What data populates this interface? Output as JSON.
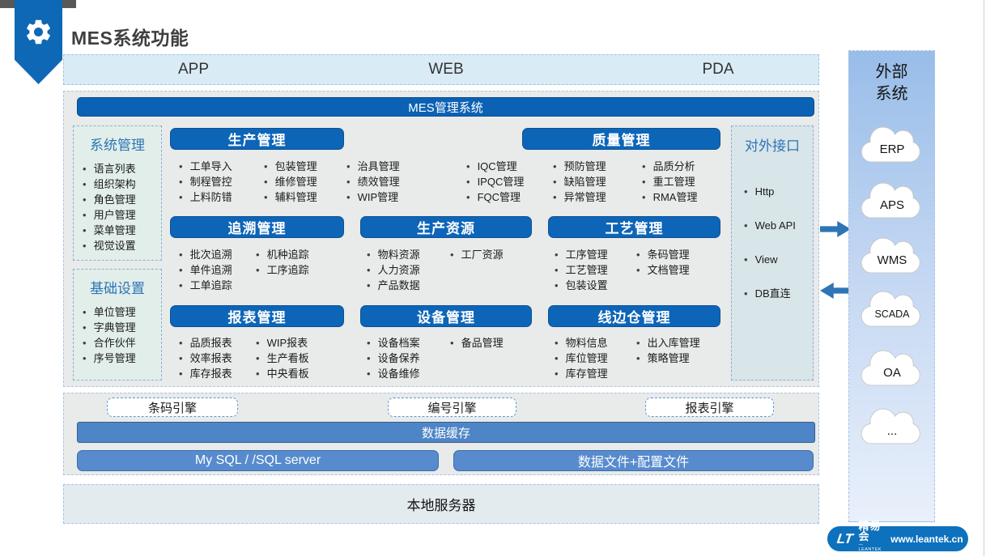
{
  "slide": {
    "title": "MES系统功能"
  },
  "client_bar": {
    "items": [
      "APP",
      "WEB",
      "PDA"
    ]
  },
  "mes_bar": {
    "label": "MES管理系统"
  },
  "side_boxes": [
    {
      "title": "系统管理",
      "items": [
        "语言列表",
        "组织架构",
        "角色管理",
        "用户管理",
        "菜单管理",
        "视觉设置"
      ]
    },
    {
      "title": "基础设置",
      "items": [
        "单位管理",
        "字典管理",
        "合作伙伴",
        "序号管理"
      ]
    }
  ],
  "modules": [
    {
      "title": "生产管理",
      "columns": [
        [
          "工单导入",
          "制程管控",
          "上料防错"
        ],
        [
          "包装管理",
          "维修管理",
          "辅料管理"
        ],
        [
          "治具管理",
          "绩效管理",
          "WIP管理"
        ]
      ]
    },
    {
      "title": "质量管理",
      "columns": [
        [
          "IQC管理",
          "IPQC管理",
          "FQC管理"
        ],
        [
          "预防管理",
          "缺陷管理",
          "异常管理"
        ],
        [
          "品质分析",
          "重工管理",
          "RMA管理"
        ]
      ]
    },
    {
      "title": "追溯管理",
      "columns": [
        [
          "批次追溯",
          "单件追溯",
          "工单追踪"
        ],
        [
          "机种追踪",
          "工序追踪"
        ]
      ]
    },
    {
      "title": "生产资源",
      "columns": [
        [
          "物料资源",
          "人力资源",
          "产品数据"
        ],
        [
          "工厂资源"
        ]
      ]
    },
    {
      "title": "工艺管理",
      "columns": [
        [
          "工序管理",
          "工艺管理",
          "包装设置"
        ],
        [
          "条码管理",
          "文档管理"
        ]
      ]
    },
    {
      "title": "报表管理",
      "columns": [
        [
          "品质报表",
          "效率报表",
          "库存报表"
        ],
        [
          "WIP报表",
          "生产看板",
          "中央看板"
        ]
      ]
    },
    {
      "title": "设备管理",
      "columns": [
        [
          "设备档案",
          "设备保养",
          "设备维修"
        ],
        [
          "备品管理"
        ]
      ]
    },
    {
      "title": "线边仓管理",
      "columns": [
        [
          "物料信息",
          "库位管理",
          "库存管理"
        ],
        [
          "出入库管理",
          "策略管理"
        ]
      ]
    }
  ],
  "interface_box": {
    "title": "对外接口",
    "items": [
      "Http",
      "Web API",
      "View",
      "DB直连"
    ]
  },
  "external_panel": {
    "title_line1": "外部",
    "title_line2": "系统",
    "clouds": [
      "ERP",
      "APS",
      "WMS",
      "SCADA",
      "OA",
      "..."
    ]
  },
  "engines": {
    "items": [
      "条码引擎",
      "编号引擎",
      "报表引擎"
    ]
  },
  "data_layer": {
    "cache_label": "数据缓存",
    "stores": [
      "My SQL / /SQL server",
      "数据文件+配置文件"
    ]
  },
  "local_server": {
    "label": "本地服务器"
  },
  "footer": {
    "logo_text": "LT",
    "brand": "精易会",
    "brand_sub": "— LEANTEK —",
    "url": "www.leantek.cn"
  },
  "colors": {
    "primary_blue": "#0d65b8",
    "cache_blue": "#4d85c6",
    "store_blue": "#578bce",
    "client_bar_bg": "#d9ebf5",
    "panel_bg": "#e9eaea",
    "side_box_bg": "#e1eee9",
    "interface_bg": "#d8e5e9",
    "accent_text": "#2e75b6",
    "ribbon_blue": "#0e68b6"
  }
}
